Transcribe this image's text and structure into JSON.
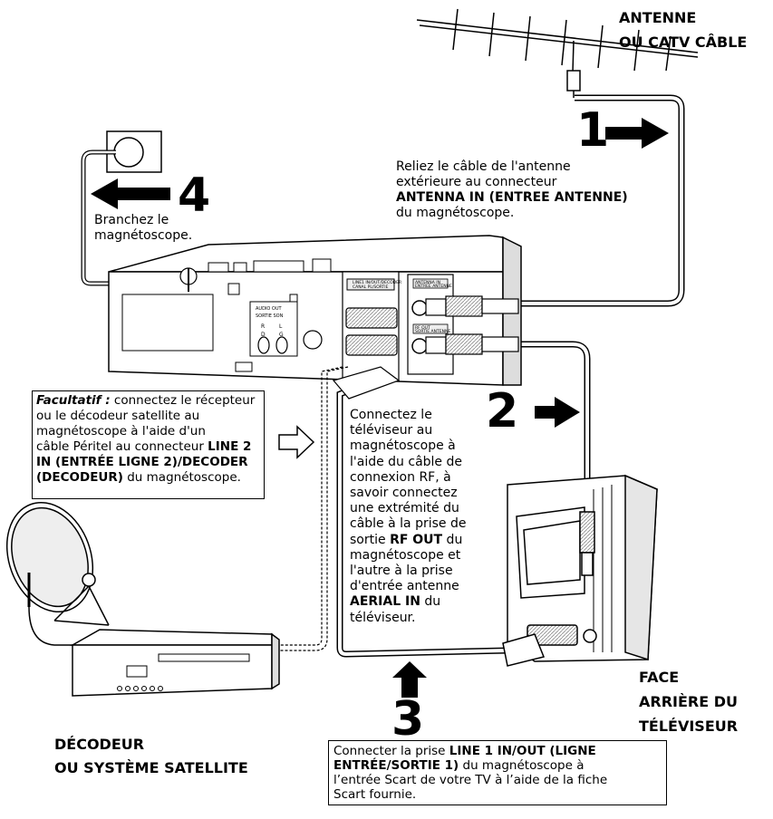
{
  "labels": {
    "antenna_line1": "ANTENNE",
    "antenna_line2": "OU CATV CÂBLE",
    "tv_back_line1": "FACE",
    "tv_back_line2": "ARRIÈRE DU",
    "tv_back_line3": "TÉLÉVISEUR",
    "decoder_line1": "DÉCODEUR",
    "decoder_line2": "OU SYSTÈME SATELLITE"
  },
  "vcr_panel": {
    "line_in_out_label": "LINE1 IN/OUT/DECODER\nCANAL PL/SORTIE",
    "antenna_in_label": "ANTENNA IN\nENTREE ANTENNE",
    "rf_out_label": "RF OUT\nSORTIE ANTENNE",
    "audio_out_label": "AUDIO OUT",
    "sortie_son_label": "SORTIE SON",
    "audio_r": "R",
    "audio_l": "L",
    "audio_d": "D",
    "audio_g": "G"
  },
  "steps": [
    {
      "number": "1",
      "text_parts": [
        {
          "text": "Reliez le câble de l'antenne\nextérieure au connecteur\n",
          "bold": false
        },
        {
          "text": "ANTENNA IN (ENTREE ANTENNE)",
          "bold": true
        },
        {
          "text": "\ndu magnétoscope.",
          "bold": false
        }
      ]
    },
    {
      "number": "2",
      "text_parts": [
        {
          "text": "Connectez le\ntéléviseur au\nmagnétoscope à\nl'aide du câble de\nconnexion RF, à\nsavoir connectez\nune extrémité du\ncâble à la prise de\nsortie ",
          "bold": false
        },
        {
          "text": "RF OUT",
          "bold": true
        },
        {
          "text": " du\nmagnétoscope et\nl'autre à la prise\nd'entrée antenne\n",
          "bold": false
        },
        {
          "text": "AERIAL IN",
          "bold": true
        },
        {
          "text": " du\ntéléviseur.",
          "bold": false
        }
      ]
    },
    {
      "number": "3",
      "text_parts": [
        {
          "text": "Connecter la prise ",
          "bold": false
        },
        {
          "text": "LINE 1 IN/OUT (LIGNE\nENTRÉE/SORTIE 1)",
          "bold": true
        },
        {
          "text": " du magnétoscope à\nl’entrée Scart de votre TV à l’aide de la fiche\nScart fournie.",
          "bold": false
        }
      ]
    },
    {
      "number": "4",
      "text_parts": [
        {
          "text": "Branchez le\nmagnétoscope.",
          "bold": false
        }
      ]
    }
  ],
  "optional_note": {
    "prefix": "Facultatif :",
    "text_parts": [
      {
        "text": " connectez le récepteur\nou le décodeur satellite au\nmagnétoscope à l'aide d'un\ncâble Péritel au connecteur ",
        "bold": false
      },
      {
        "text": "LINE 2\nIN (ENTRÉE LIGNE 2)/DECODER\n(DECODEUR)",
        "bold": true
      },
      {
        "text": " du magnétoscope.",
        "bold": false
      }
    ]
  },
  "colors": {
    "line": "#000000",
    "fill_light": "#f2f2f2",
    "fill_mid": "#d9d9d9",
    "fill_dark": "#8c8c8c"
  }
}
